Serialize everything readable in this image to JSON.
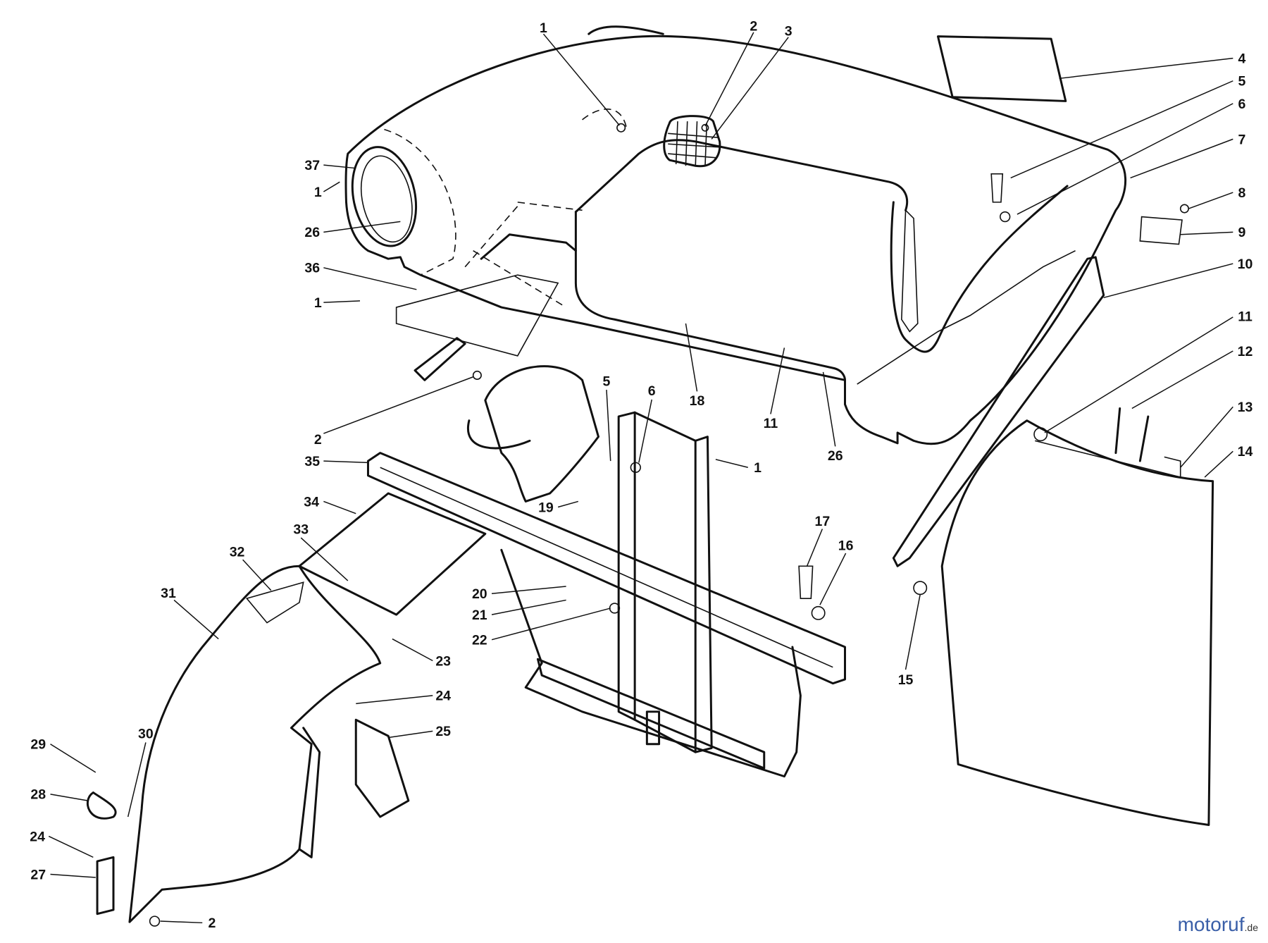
{
  "diagram": {
    "type": "exploded parts diagram",
    "callouts": [
      "1",
      "2",
      "3",
      "4",
      "5",
      "6",
      "7",
      "8",
      "9",
      "10",
      "11",
      "12",
      "13",
      "14",
      "15",
      "16",
      "17",
      "18",
      "19",
      "20",
      "21",
      "22",
      "23",
      "24",
      "25",
      "26",
      "27",
      "28",
      "29",
      "30",
      "31",
      "32",
      "33",
      "34",
      "35",
      "36",
      "37"
    ]
  },
  "watermark": {
    "brand": "motoruf",
    "tld": ".de"
  },
  "colors": {
    "line": "#111111",
    "background": "#ffffff"
  }
}
